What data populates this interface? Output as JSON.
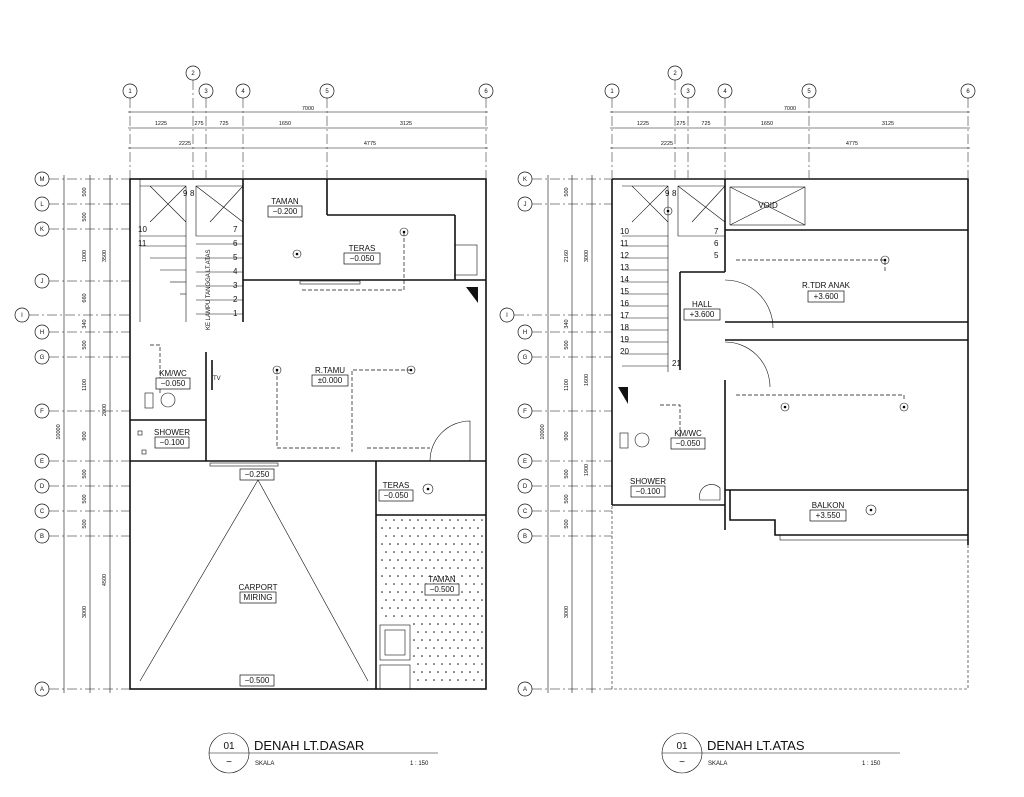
{
  "plans": [
    {
      "key": "dasar",
      "number": "01",
      "title": "DENAH LT.DASAR",
      "skala_label": "SKALA",
      "skala_value": "1 : 150",
      "dash": "−",
      "rooms": [
        {
          "name": "TAMAN",
          "level": "−0.200"
        },
        {
          "name": "TERAS",
          "level": "−0.050"
        },
        {
          "name": "R.TAMU",
          "level": "±0.000"
        },
        {
          "name": "KM/WC",
          "level": "−0.050"
        },
        {
          "name": "SHOWER",
          "level": "−0.100"
        },
        {
          "name": "TERAS",
          "level": "−0.050"
        },
        {
          "name": "TAMAN",
          "level": "−0.500"
        },
        {
          "name": "CARPORT",
          "name2": "MIRING",
          "level": ""
        }
      ],
      "levels_extra": [
        "−0.250",
        "−0.500"
      ],
      "stair_label": "KE LAMPU TANGGA LT.ATAS",
      "tv_label": "TV",
      "stair_numbers": [
        "9",
        "8",
        "10",
        "11",
        "7",
        "6",
        "5",
        "4",
        "3",
        "2",
        "1"
      ]
    },
    {
      "key": "atas",
      "number": "01",
      "title": "DENAH LT.ATAS",
      "skala_label": "SKALA",
      "skala_value": "1 : 150",
      "dash": "−",
      "rooms": [
        {
          "name": "VOID",
          "level": ""
        },
        {
          "name": "R.TDR ANAK",
          "level": "+3.600"
        },
        {
          "name": "HALL",
          "level": "+3.600"
        },
        {
          "name": "KM/WC",
          "level": "−0.050"
        },
        {
          "name": "SHOWER",
          "level": "−0.100"
        },
        {
          "name": "BALKON",
          "level": "+3.550"
        }
      ],
      "stair_numbers": [
        "9",
        "8",
        "10",
        "11",
        "12",
        "13",
        "14",
        "15",
        "16",
        "17",
        "18",
        "19",
        "20",
        "7",
        "6",
        "5",
        "21"
      ]
    }
  ],
  "grid_top": [
    "1",
    "2",
    "3",
    "4",
    "5",
    "6"
  ],
  "grid_side": [
    "M",
    "L",
    "K",
    "J",
    "I",
    "H",
    "G",
    "F",
    "E",
    "D",
    "C",
    "B",
    "A"
  ],
  "dims_top_total": "7000",
  "dims_top_row1": [
    "1225",
    "275",
    "725",
    "1650",
    "3125"
  ],
  "dims_top_row2": [
    "2225",
    "4775"
  ],
  "dims_side_left": [
    "500",
    "500",
    "1000",
    "660",
    "340",
    "500",
    "1100",
    "900",
    "500",
    "500",
    "500",
    "3000"
  ],
  "dims_side_left_outer_dasar": [
    "3500",
    "2000",
    "4500"
  ],
  "dims_side_left_outer_atas": [
    "2160",
    "3000",
    "1600",
    "1900"
  ],
  "dims_side_total": "10000"
}
